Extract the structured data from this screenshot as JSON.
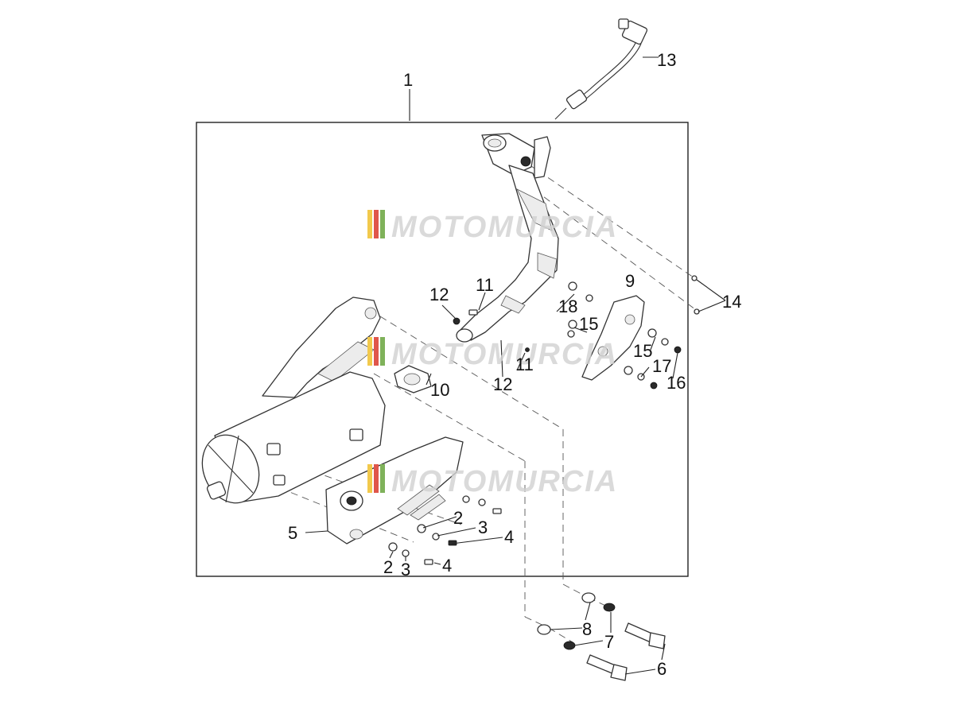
{
  "watermark": {
    "text": "MOTOMURCIA",
    "stripe_colors": [
      "#f2c94c",
      "#e0564b",
      "#7fb25a"
    ]
  },
  "callouts": {
    "c1": "1",
    "c13": "13",
    "c14": "14",
    "c9": "9",
    "c12a": "12",
    "c11a": "11",
    "c18": "18",
    "c15a": "15",
    "c15b": "15",
    "c17": "17",
    "c16": "16",
    "c11b": "11",
    "c12b": "12",
    "c10": "10",
    "c5": "5",
    "c2a": "2",
    "c3a": "3",
    "c4a": "4",
    "c2b": "2",
    "c3b": "3",
    "c4b": "4",
    "c8": "8",
    "c7": "7",
    "c6a": "6",
    "c6b": "6"
  }
}
